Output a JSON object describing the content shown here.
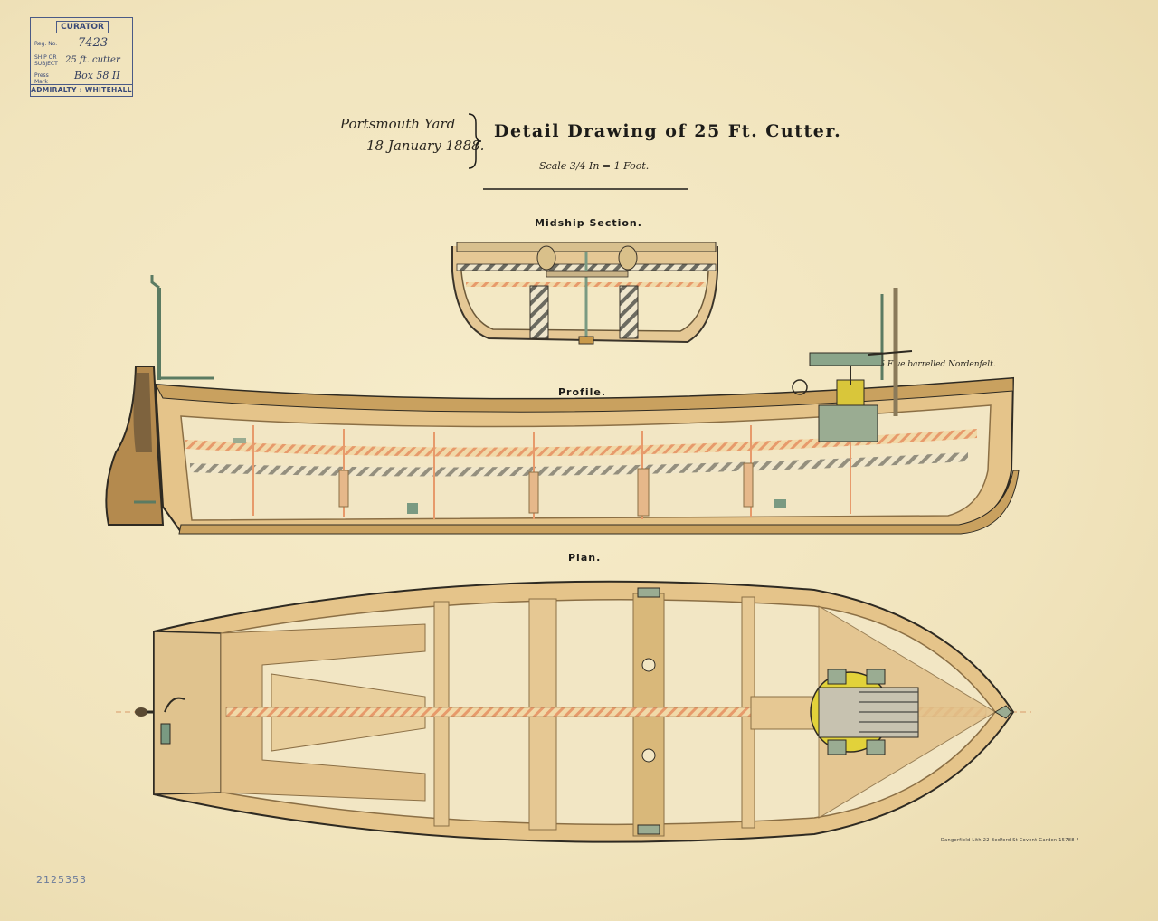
{
  "stamp": {
    "header": "CURATOR",
    "reg_label": "Reg. No.",
    "reg_value": "7423",
    "subject_label": "SHIP OR SUBJECT",
    "subject_value": "25 ft. cutter",
    "press_label": "Press Mark",
    "press_value": "Box 58 II",
    "footer": "ADMIRALTY : WHITEHALL"
  },
  "heading": {
    "yard": "Portsmouth Yard",
    "date": "18 January 1888.",
    "title": "Detail Drawing of 25 Ft. Cutter.",
    "scale": "Scale 3/4 In = 1 Foot."
  },
  "views": {
    "midship": "Midship Section.",
    "profile": "Profile.",
    "plan": "Plan."
  },
  "annotations": {
    "gun": "0·45 Five barrelled Nordenfelt."
  },
  "printer": "Dangerfield Lith 22 Bedford St Covent Garden 15788 ?",
  "catalog_number": "2125353",
  "colors": {
    "paper": "#f3e8c4",
    "wood": "#e3c48a",
    "wood_dark": "#c9a15f",
    "frames": "#e8a070",
    "metal_green": "#8aa58a",
    "gun_yellow": "#e2d23a",
    "ink": "#1c1b18"
  }
}
